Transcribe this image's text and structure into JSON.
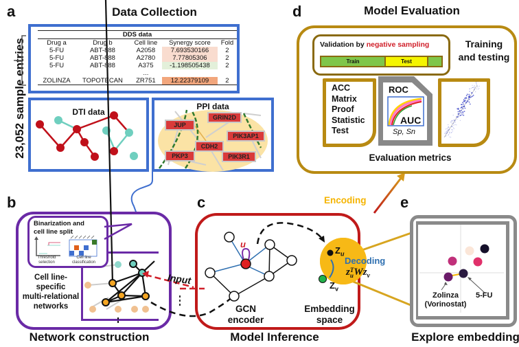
{
  "panels": {
    "a": {
      "letter": "a",
      "title": "Data Collection",
      "side_label": "23,052 sample entries",
      "dds": {
        "caption": "DDS data",
        "columns": [
          "Drug a",
          "Drug b",
          "Cell line",
          "Synergy score",
          "Fold"
        ],
        "rows": [
          [
            "5-FU",
            "ABT-888",
            "A2058",
            "7.693530166",
            "2"
          ],
          [
            "5-FU",
            "ABT-888",
            "A2780",
            "7.77805306",
            "2"
          ],
          [
            "5-FU",
            "ABT-888",
            "A375",
            "-1.198505438",
            "2"
          ],
          [
            "",
            "",
            "...",
            "",
            ""
          ],
          [
            "ZOLINZA",
            "TOPOTECAN",
            "ZR751",
            "12.22379109",
            "2"
          ]
        ],
        "score_colors": [
          "#f9dccf",
          "#f9dccf",
          "#e3f0da",
          "",
          "#f2a67c"
        ]
      },
      "dti": {
        "title": "DTI data",
        "colors": {
          "drug": "#c0101a",
          "target": "#6fcfbf"
        }
      },
      "ppi": {
        "title": "PPI data",
        "genes": [
          "JUP",
          "GRIN2D",
          "PIK3AP1",
          "CDH2",
          "PKP3",
          "PIK3R1"
        ]
      }
    },
    "b": {
      "letter": "b",
      "title": "Network construction",
      "inset_title_1": "Binarization and",
      "inset_title_2": "cell line split",
      "threshold_label_1": "Threshold",
      "threshold_label_2": "selection",
      "classification_label_1": "Cell line",
      "classification_label_2": "classification",
      "network_label": [
        "Cell line-",
        "specific",
        "multi-relational",
        "networks"
      ],
      "input_label": "Input",
      "color": "#6a2aa6"
    },
    "c": {
      "letter": "c",
      "title": "Model Inference",
      "encoding": "Encoding",
      "decoding": "Decoding",
      "node_u": "u",
      "zu": "Z",
      "zu_sub": "u",
      "zv": "Z",
      "zv_sub": "v",
      "formula": "z",
      "formula_sup": "T",
      "formula_sub": "u",
      "formula_w": "W",
      "formula_z2": "z",
      "formula_sub2": "v",
      "gcn_label": [
        "GCN",
        "encoder"
      ],
      "embed_label": [
        "Embedding",
        "space"
      ],
      "color": "#c01a1a",
      "embed_color": "#f7b916"
    },
    "d": {
      "letter": "d",
      "title": "Model Evaluation",
      "validation_prefix": "Validation by ",
      "validation_highlight": "negative sampling",
      "train": "Train",
      "test": "Test",
      "training_testing": [
        "Training",
        "and testing"
      ],
      "metrics_list": [
        "ACC",
        "Matrix",
        "Proof",
        "Statistic",
        "Test"
      ],
      "roc": "ROC",
      "auc": "AUC",
      "sp_sn": "Sp, Sn",
      "footer": "Evaluation metrics",
      "color": "#b88a12"
    },
    "e": {
      "letter": "e",
      "title": "Explore embedding",
      "label_zolinza": [
        "Zolinza",
        "(Vorinostat)"
      ],
      "label_5fu": "5-FU"
    }
  }
}
